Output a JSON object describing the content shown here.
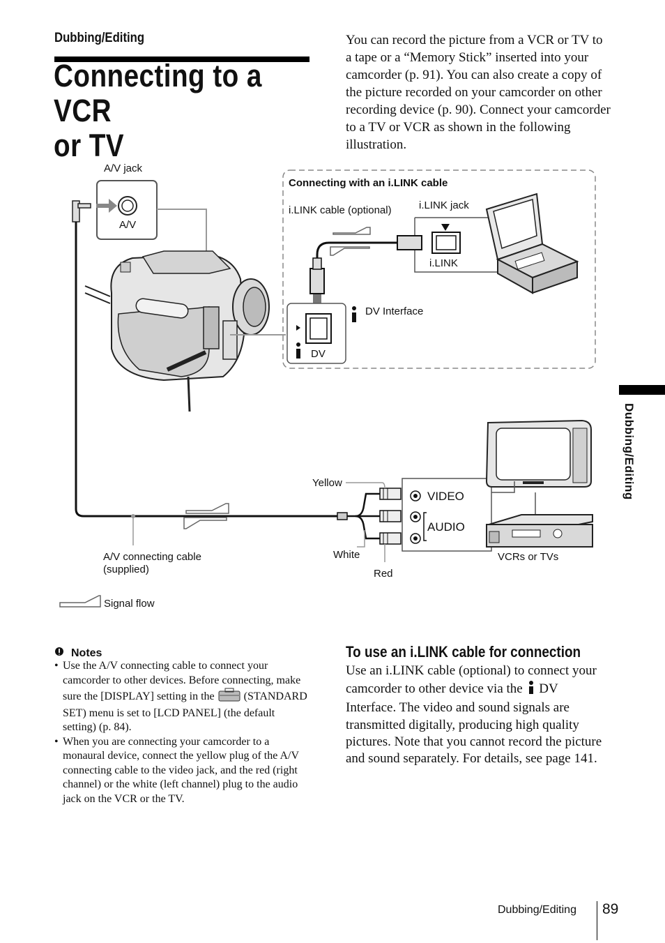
{
  "header": {
    "section_label": "Dubbing/Editing",
    "title_line1": "Connecting to a VCR",
    "title_line2": "or TV"
  },
  "intro": "You can record the picture from a VCR or TV to a tape or a “Memory Stick” inserted into your camcorder (p. 91). You can also create a copy of the picture recorded on your camcorder on other recording device (p. 90). Connect your camcorder to a TV or VCR as shown in the following illustration.",
  "diagram": {
    "av_jack_label": "A/V jack",
    "av_port_label": "A/V",
    "ilink_box_title": "Connecting with an i.LINK cable",
    "ilink_cable_label": "i.LINK cable (optional)",
    "ilink_jack_label": "i.LINK jack",
    "ilink_port_label": "i.LINK",
    "dv_interface_label": "DV Interface",
    "dv_port_label": "DV",
    "yellow_label": "Yellow",
    "white_label": "White",
    "red_label": "Red",
    "video_label": "VIDEO",
    "audio_label": "AUDIO",
    "vcrs_tvs_label": "VCRs or TVs",
    "av_cable_label_line1": "A/V connecting cable",
    "av_cable_label_line2": "(supplied)",
    "signal_flow_label": "Signal flow"
  },
  "notes": {
    "heading": "Notes",
    "items": [
      "Use the A/V connecting cable to connect your camcorder to other devices. Before connecting, make sure the [DISPLAY] setting in the",
      "When you are connecting your camcorder to a monaural device, connect the yellow plug of the A/V connecting cable to the video jack, and the red (right channel) or the white (left channel) plug to the audio jack on the VCR or the TV."
    ],
    "item1_tail": "(STANDARD SET) menu is set to [LCD PANEL] (the default setting) (p. 84)."
  },
  "ilink_section": {
    "heading": "To use an i.LINK cable for connection",
    "body_part1": "Use an i.LINK cable (optional) to connect your camcorder to other device via the",
    "body_part2": "DV Interface. The video and sound signals are transmitted digitally, producing high quality pictures. Note that you cannot record the picture and sound separately. For details, see page 141."
  },
  "side_tab": "Dubbing/Editing",
  "footer": {
    "label": "Dubbing/Editing",
    "page_number": "89"
  },
  "icons": [
    "notes-icon",
    "ilink-icon",
    "toolbox-icon",
    "signal-arrow-icon"
  ]
}
